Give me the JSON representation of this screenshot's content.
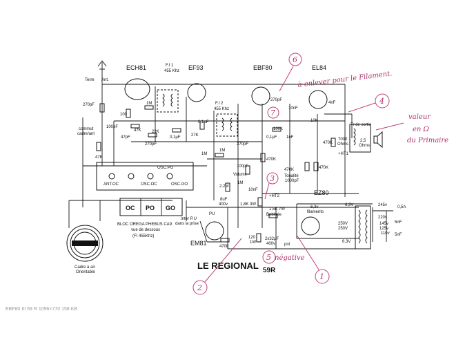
{
  "tubes": {
    "ech81": "ECH81",
    "ef93": "EF93",
    "ebf80": "EBF80",
    "el84": "EL84",
    "ez80": "EZ80",
    "em81": "EM81"
  },
  "if_labels": {
    "fi1_name": "F.I 1",
    "fi1_freq": "455 Khz",
    "fi2_name": "F.I 2",
    "fi2_freq": "455 Khz"
  },
  "antenna": {
    "terre": "Terre",
    "ant": "Ant.",
    "commut_1": "commut",
    "commut_2": "cadre/ant"
  },
  "components": {
    "c270pf_a": "270pF",
    "r100_a": "100",
    "r1m_a": "1M",
    "c100pf_a": "100pF",
    "r47k_a": "47K",
    "c47pf": "47pF",
    "r22k": "22K",
    "c270pf_b": "270pF",
    "c01_a": "0,1µF",
    "c01_b": "0,1µF",
    "r27k": "27K",
    "r47k_b": "47K",
    "r1m_b": "1M",
    "r1m_c": "1M",
    "c270pf_c": "270pF",
    "c100pf_b": "100pF",
    "volume": "Volume",
    "r2_2m": "2.2M",
    "r1m_d": "1M",
    "c10nf_a": "10nF",
    "c10nf_b": "10nF",
    "c01_c": "0,1µF",
    "r100k": "100K",
    "c1nf": "1nF",
    "r470k_a": "470K",
    "r470k_b": "470K",
    "r470k_c": "470K",
    "tonalite_1": "Tonalité",
    "tonalite_2": "1000pF",
    "c270pf_d": "270pF",
    "r10k": "10K",
    "c4nf": "4nF",
    "ht1": "+HT1",
    "ht2": "+HT2",
    "r1_8k": "1,8K 3W",
    "bob_1": "1,5K 7W",
    "bob_2": "Bobinée",
    "r120": "120",
    "r120_w": "1W",
    "cap_1": "2x32µF",
    "cap_2": "400v",
    "pol": "pol",
    "r470k_em": "470K",
    "c8uf_1": "8uF",
    "c8uf_2": "400v",
    "pu": "PU",
    "inter_1": "Inter P.U",
    "inter_2": "dans la prise",
    "r470k_d": "470K",
    "r7000_1": "7000",
    "r7000_2": "Ohms",
    "tr_sortie": "Tr de sortie",
    "tr_25_1": "2,5",
    "tr_25_2": "Ohms"
  },
  "power": {
    "fil_1": "6,3v",
    "fil_2": "filaments",
    "fil_3": "6,3V",
    "v245": "245v",
    "v220": "220v",
    "v145": "145v",
    "v125": "125v",
    "v110": "110v",
    "v250a": "250V",
    "v250b": "250V",
    "fuse": "0,5A",
    "nf5a": "5nF",
    "nf5b": "5nF",
    "v63_bot": "6,3V"
  },
  "osc_block": {
    "osc_po": "OSC.PO",
    "ant_oc": "ANT.OC",
    "osc_oc": "OSC.OC",
    "osc_go": "OSC.GO",
    "oc": "OC",
    "po": "PO",
    "go": "GO",
    "desc_1": "BLOC OREGA PHEBUS CA9",
    "desc_2": "vue de dessous",
    "desc_3": "(FI 455Khz)"
  },
  "frame": {
    "cadre_1": "Cadre à air",
    "cadre_2": "Orientable"
  },
  "title": {
    "main": "LE REGIONAL",
    "model": "59R"
  },
  "annotations": {
    "n1": "1",
    "n2": "2",
    "n3": "3",
    "n4": "4",
    "n5": "5",
    "n6": "6",
    "n7": "7",
    "note_6": "à enlever pour le Filament.",
    "note_5": "négative",
    "note_4_1": "valeur",
    "note_4_2": "en Ω",
    "note_4_3": "du Primaire"
  },
  "caption": "EBF80 III 59 R  1096×770 158 KB"
}
